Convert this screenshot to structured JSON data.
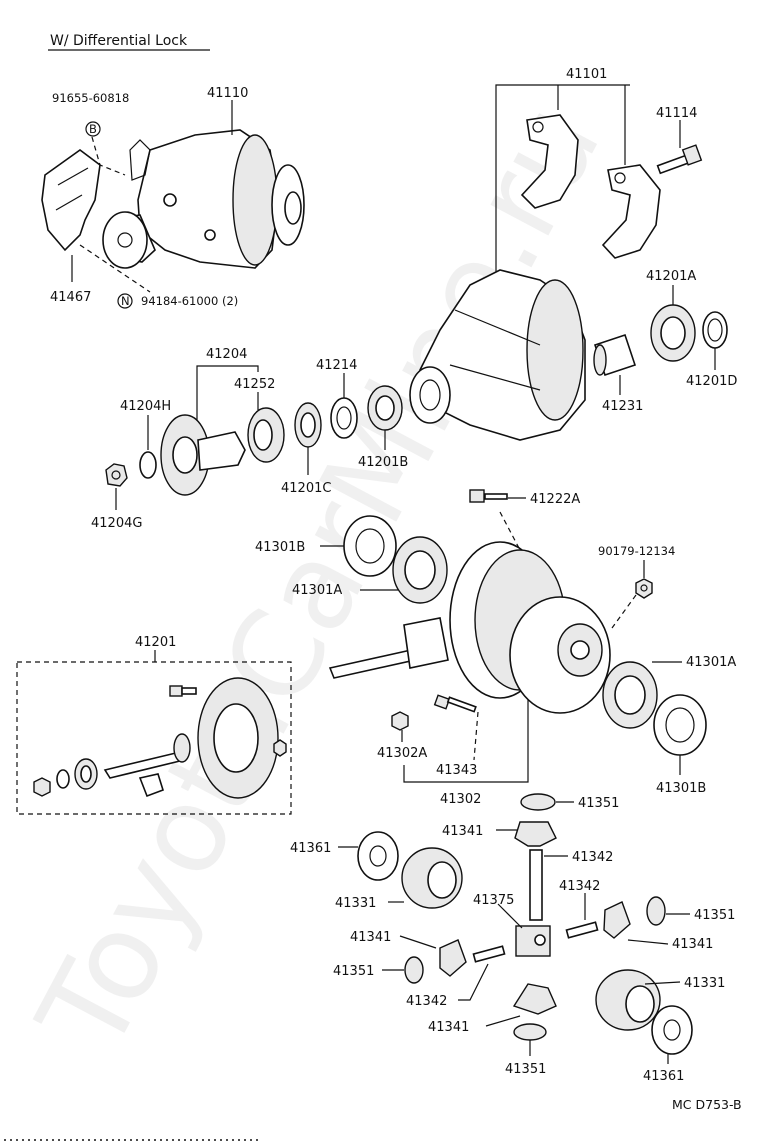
{
  "title": "W/ Differential Lock",
  "watermark": "ToyotaCarMine.ru",
  "reference": "MC  D753-B",
  "symbols": {
    "b": "B",
    "n": "N"
  },
  "labels": {
    "p91655": "91655-60818",
    "p41110": "41110",
    "p41467": "41467",
    "p94184": "94184-61000 (2)",
    "p41101": "41101",
    "p41114": "41114",
    "p41201A_top": "41201A",
    "p41201D": "41201D",
    "p41231": "41231",
    "p41204": "41204",
    "p41252": "41252",
    "p41214": "41214",
    "p41204H": "41204H",
    "p41201B_top": "41201B",
    "p41201C": "41201C",
    "p41204G": "41204G",
    "p41222A": "41222A",
    "p41301B_left": "41301B",
    "p41301A_left": "41301A",
    "p90179": "90179-12134",
    "p41201": "41201",
    "p41301A_right": "41301A",
    "p41302A": "41302A",
    "p41343": "41343",
    "p41302": "41302",
    "p41301B_right": "41301B",
    "p41351_1": "41351",
    "p41341_1": "41341",
    "p41342_1": "41342",
    "p41361_left": "41361",
    "p41342_2": "41342",
    "p41331_left": "41331",
    "p41375": "41375",
    "p41351_2": "41351",
    "p41341_2": "41341",
    "p41341_3": "41341",
    "p41351_3": "41351",
    "p41342_3": "41342",
    "p41331_right": "41331",
    "p41341_4": "41341",
    "p41351_4": "41351",
    "p41361_right": "41361"
  }
}
